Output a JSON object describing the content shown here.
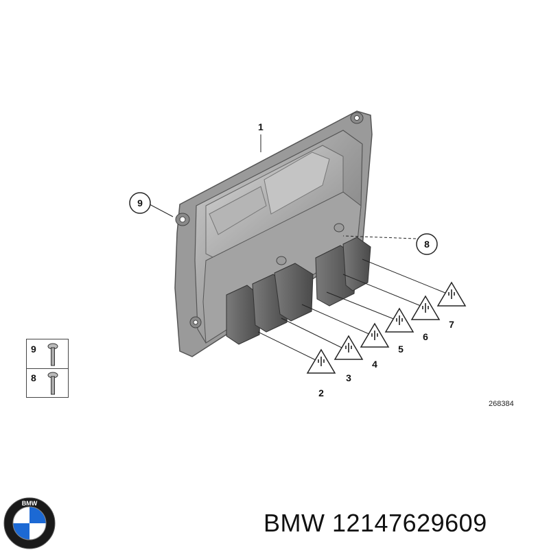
{
  "diagram": {
    "callouts": {
      "c1": "1",
      "c2": "2",
      "c3": "3",
      "c4": "4",
      "c5": "5",
      "c6": "6",
      "c7": "7",
      "c8": "8",
      "c9": "9"
    },
    "drawing_number": "268384"
  },
  "legend": {
    "rows": [
      {
        "label": "9",
        "icon": "bolt-icon"
      },
      {
        "label": "8",
        "icon": "bolt-icon"
      }
    ]
  },
  "brand": {
    "text": "BMW 12147629609",
    "logo_letters": "BMW",
    "logo_colors": {
      "ring": "#1a1a1a",
      "blue": "#1c69d4",
      "white": "#ffffff"
    }
  },
  "colors": {
    "housing_light": "#bdbdbd",
    "housing_mid": "#8f8f8f",
    "housing_dark": "#5a5a5a",
    "line": "#222222"
  }
}
